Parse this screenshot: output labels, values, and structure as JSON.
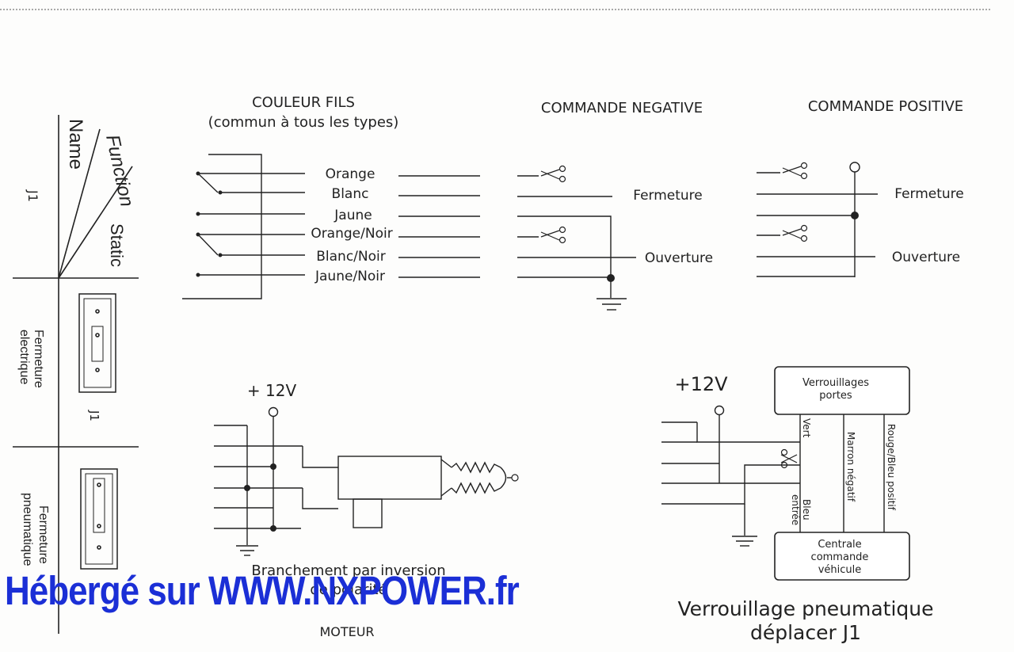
{
  "header_table": {
    "j1_label": "J1",
    "name_label": "Name",
    "function_label": "Function",
    "static_label": "Static",
    "row1_label_line1": "Fermeture",
    "row1_label_line2": "electrique",
    "row1_j1": "J1",
    "row2_label_line1": "Fermeture",
    "row2_label_line2": "pneumatique"
  },
  "wire_colors": {
    "title_line1": "COULEUR FILS",
    "title_line2": "(commun à tous les types)",
    "wires": [
      "Orange",
      "Blanc",
      "Jaune",
      "Orange/Noir",
      "Blanc/Noir",
      "Jaune/Noir"
    ]
  },
  "negative": {
    "title": "COMMANDE NEGATIVE",
    "fermeture": "Fermeture",
    "ouverture": "Ouverture"
  },
  "positive": {
    "title": "COMMANDE POSITIVE",
    "fermeture": "Fermeture",
    "ouverture": "Ouverture"
  },
  "motor": {
    "voltage": "+ 12V",
    "caption_line1": "Branchement par inversion",
    "caption_line2": "de polarité",
    "title": "MOTEUR"
  },
  "pneumatic": {
    "voltage": "+12V",
    "box_top_line1": "Verrouillages",
    "box_top_line2": "portes",
    "box_bottom_line1": "Centrale",
    "box_bottom_line2": "commande",
    "box_bottom_line3": "véhicule",
    "wire_vert": "Vert",
    "wire_bleu_line1": "Bleu",
    "wire_bleu_line2": "entrée",
    "wire_marron": "Marron négatif",
    "wire_rouge": "Rouge/Bleu positif",
    "title_line1": "Verrouillage pneumatique",
    "title_line2": "déplacer J1"
  },
  "watermark": "Hébergé sur WWW.NXPOWER.fr",
  "colors": {
    "ink": "#222222",
    "watermark": "#1b2fd6"
  },
  "icons": [
    "scissors-icon",
    "ground-icon",
    "terminal-icon",
    "junction-dot-icon"
  ]
}
